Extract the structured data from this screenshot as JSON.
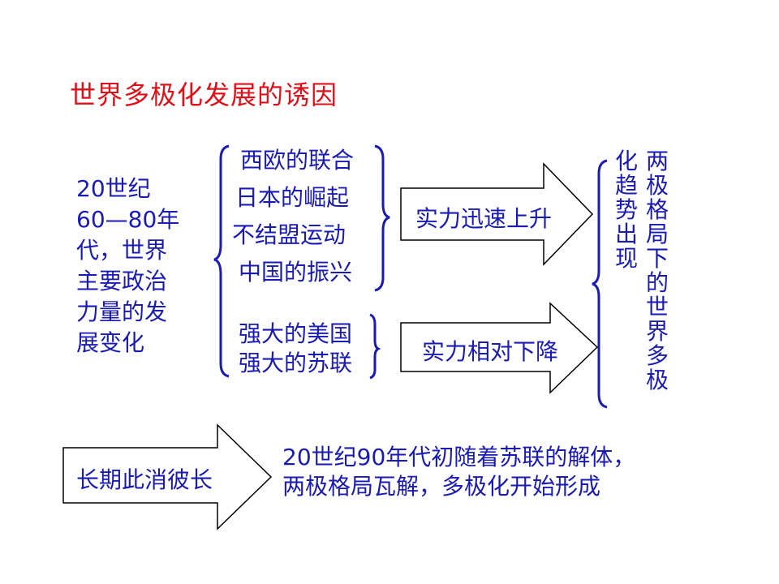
{
  "title": "世界多极化发展的诱因",
  "left_lines": [
    "20世纪",
    "60—80年",
    "代，世界",
    "主要政治",
    "力量的发",
    "展变化"
  ],
  "rising_items": [
    "西欧的联合",
    "日本的崛起",
    "不结盟运动",
    "中国的振兴"
  ],
  "declining_items": [
    "强大的美国",
    "强大的苏联"
  ],
  "arrow_rise_label": "实力迅速上升",
  "arrow_decline_label": "实力相对下降",
  "result_col1": "两极格局下的世界多极",
  "result_col2": "化趋势出现",
  "bottom_arrow_label": "长期此消彼长",
  "bottom_lines": [
    "20世纪90年代初随着苏联的解体，",
    "两极格局瓦解，多极化开始形成"
  ],
  "colors": {
    "title": "#e0101a",
    "text": "#1a1ab4",
    "brace": "#1a1ab4",
    "arrow_stroke": "#000000"
  }
}
